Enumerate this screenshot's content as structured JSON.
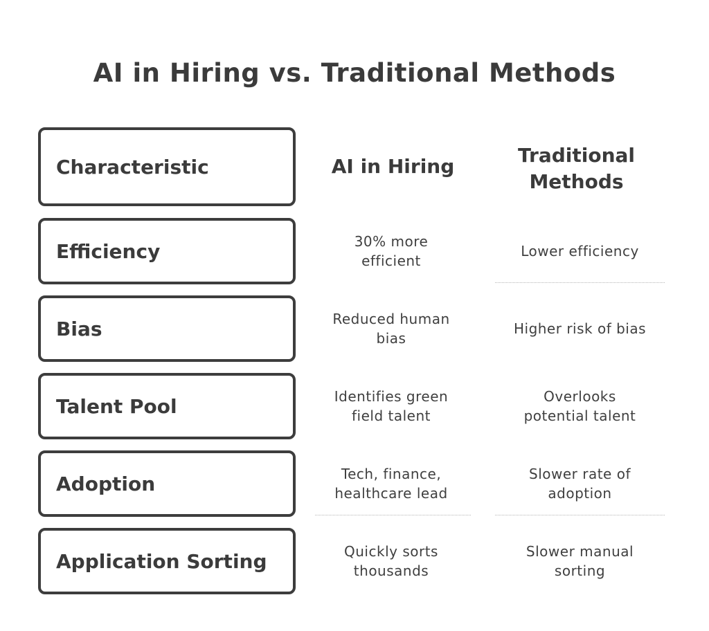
{
  "title": "AI in Hiring vs. Traditional Methods",
  "headers": {
    "characteristic": "Characteristic",
    "ai": "AI in Hiring",
    "traditional": "Traditional Methods"
  },
  "rows": [
    {
      "characteristic": "Efficiency",
      "ai": "30% more efficient",
      "traditional": "Lower efficiency"
    },
    {
      "characteristic": "Bias",
      "ai": "Reduced human bias",
      "traditional": "Higher risk of bias"
    },
    {
      "characteristic": "Talent Pool",
      "ai": "Identifies green field talent",
      "traditional": "Overlooks potential talent"
    },
    {
      "characteristic": "Adoption",
      "ai": "Tech, finance, healthcare lead",
      "traditional": "Slower rate of adoption"
    },
    {
      "characteristic": "Application Sorting",
      "ai": "Quickly sorts thousands",
      "traditional": "Slower manual sorting"
    }
  ]
}
